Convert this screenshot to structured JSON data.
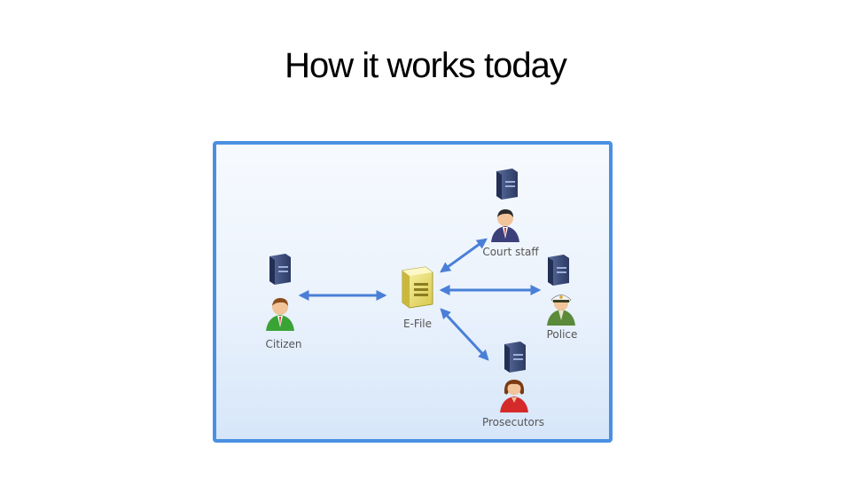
{
  "slide": {
    "title": "How it works today"
  },
  "diagram": {
    "center": {
      "label": "E-File",
      "icon": "file-server-icon"
    },
    "nodes": [
      {
        "id": "citizen",
        "label": "Citizen",
        "server_icon": "server-icon",
        "person_icon": "citizen-person-icon"
      },
      {
        "id": "court-staff",
        "label": "Court staff",
        "server_icon": "server-icon",
        "person_icon": "businessman-icon"
      },
      {
        "id": "police",
        "label": "Police",
        "server_icon": "server-icon",
        "person_icon": "police-officer-icon"
      },
      {
        "id": "prosecutors",
        "label": "Prosecutors",
        "server_icon": "server-icon",
        "person_icon": "woman-person-icon"
      }
    ],
    "connections": [
      "E-File <-> Citizen",
      "E-File <-> Court staff",
      "E-File <-> Police",
      "E-File <-> Prosecutors"
    ],
    "colors": {
      "frame": "#4a90e2",
      "arrow": "#4a7fd8",
      "server": "#3d4f7d",
      "file_server": "#e8dc6a"
    }
  }
}
